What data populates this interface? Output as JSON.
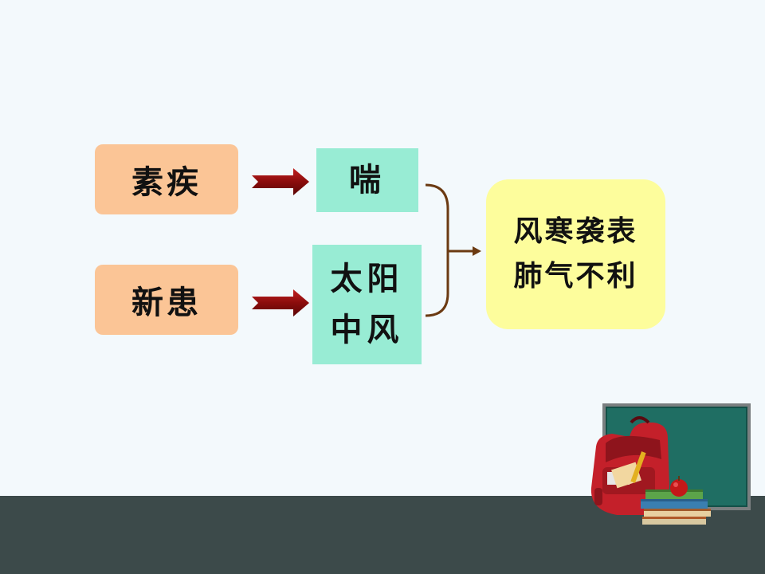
{
  "diagram": {
    "causes": [
      {
        "label": "素疾"
      },
      {
        "label": "新患"
      }
    ],
    "middle": [
      {
        "lines": [
          "喘"
        ]
      },
      {
        "lines": [
          "太阳",
          "中风"
        ]
      }
    ],
    "result": {
      "lines": [
        "风寒袭表",
        "肺气不利"
      ]
    }
  },
  "colors": {
    "cause_box": "#fbc596",
    "middle_box": "#98ecd4",
    "result_box": "#fdfd9c",
    "arrow_red": "#9c1010",
    "bracket_brown": "#6b3a12",
    "background": "#f3f9fc",
    "bottom_bar": "#3c4a4a"
  },
  "decoration": {
    "icon": "school-supplies-clipart-icon"
  }
}
